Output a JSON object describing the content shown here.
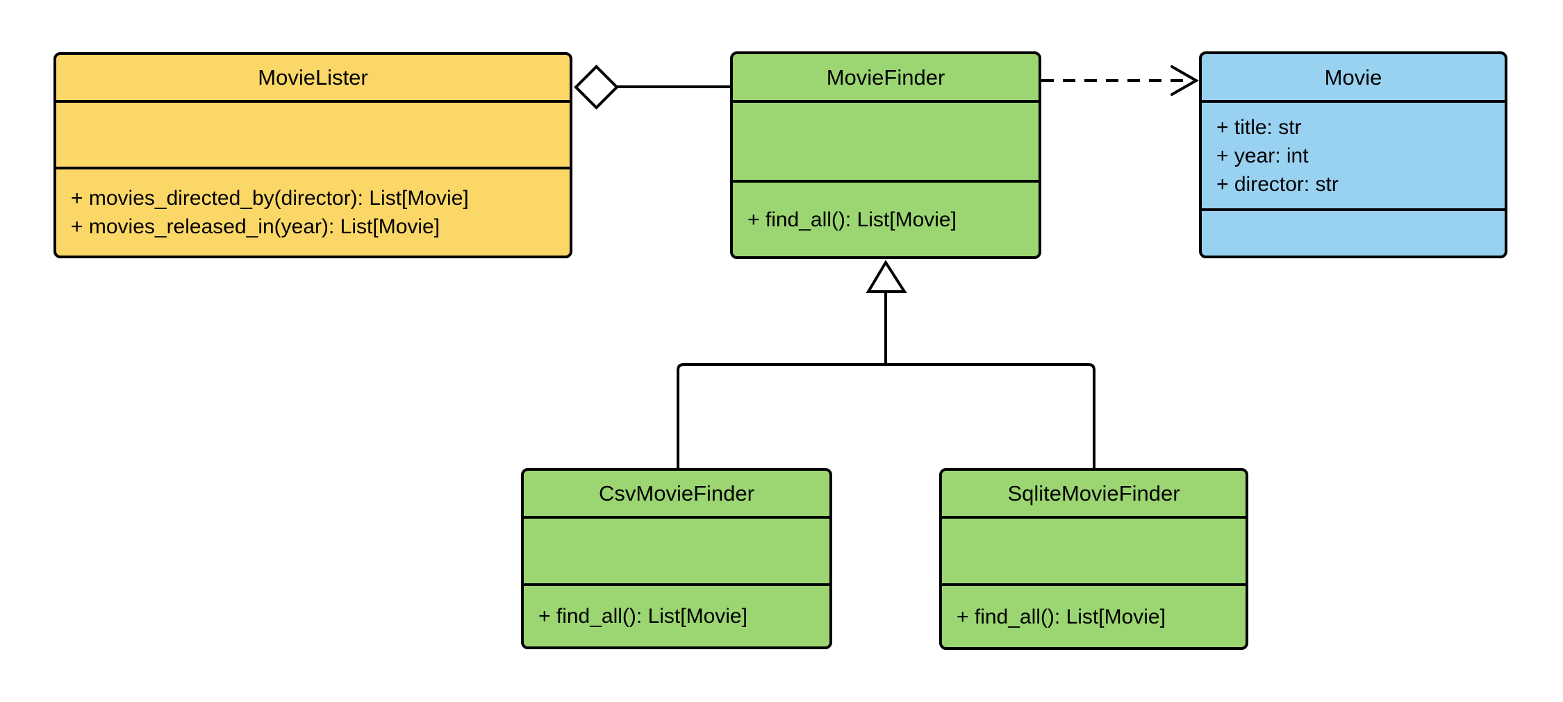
{
  "diagram": {
    "kind": "uml-class-diagram",
    "background_color": "#FFFFFF",
    "stroke_color": "#000000",
    "classes": [
      {
        "name": "MovieLister",
        "fill": "#FBD768",
        "attributes": [],
        "methods": [
          "+ movies_directed_by(director): List[Movie]",
          "+ movies_released_in(year): List[Movie]"
        ]
      },
      {
        "name": "MovieFinder",
        "fill": "#9CD672",
        "attributes": [],
        "methods": [
          "+ find_all(): List[Movie]"
        ]
      },
      {
        "name": "Movie",
        "fill": "#99D1F1",
        "attributes": [
          "+ title: str",
          "+ year: int",
          "+ director: str"
        ],
        "methods": []
      },
      {
        "name": "CsvMovieFinder",
        "fill": "#9CD672",
        "attributes": [],
        "methods": [
          "+ find_all(): List[Movie]"
        ]
      },
      {
        "name": "SqliteMovieFinder",
        "fill": "#9CD672",
        "attributes": [],
        "methods": [
          "+ find_all(): List[Movie]"
        ]
      }
    ],
    "relationships": [
      {
        "from": "MovieLister",
        "to": "MovieFinder",
        "type": "aggregation",
        "marker": "hollow-diamond-at-movielister"
      },
      {
        "from": "MovieFinder",
        "to": "Movie",
        "type": "dependency",
        "marker": "dashed-line-open-arrow-at-movie"
      },
      {
        "from": "CsvMovieFinder",
        "to": "MovieFinder",
        "type": "generalization",
        "marker": "hollow-triangle-at-moviefinder"
      },
      {
        "from": "SqliteMovieFinder",
        "to": "MovieFinder",
        "type": "generalization",
        "marker": "hollow-triangle-at-moviefinder"
      }
    ]
  }
}
